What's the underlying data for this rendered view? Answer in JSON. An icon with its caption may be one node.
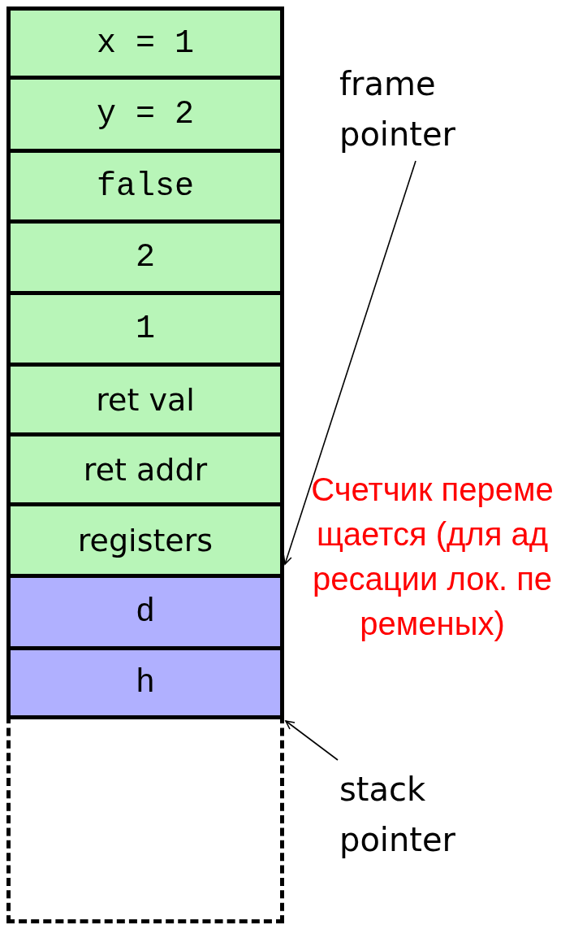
{
  "diagram": {
    "nodes": [
      {
        "text": [
          "x = 1"
        ]
      },
      {
        "text": [
          "y = 2"
        ]
      },
      {
        "text": [
          "false"
        ]
      },
      {
        "text": [
          "2"
        ]
      },
      {
        "text": [
          "1"
        ]
      },
      {
        "text": [
          "ret val"
        ]
      },
      {
        "text": [
          "ret addr"
        ]
      },
      {
        "text": [
          "registers"
        ]
      },
      {
        "text": [
          "d"
        ]
      },
      {
        "text": [
          "h"
        ]
      },
      {
        "text": [],
        "shape": "box"
      },
      {
        "text": [
          "frame pointer"
        ]
      },
      {
        "text": [
          "stack pointer"
        ]
      }
    ],
    "edges": [
      {
        "from": 11,
        "to": 7,
        "arrow": "to"
      },
      {
        "from": 12,
        "to": 10,
        "arrow": "to"
      }
    ],
    "labels": [
      "Счетчик перемещается (для адресации лок. переменых)"
    ]
  }
}
